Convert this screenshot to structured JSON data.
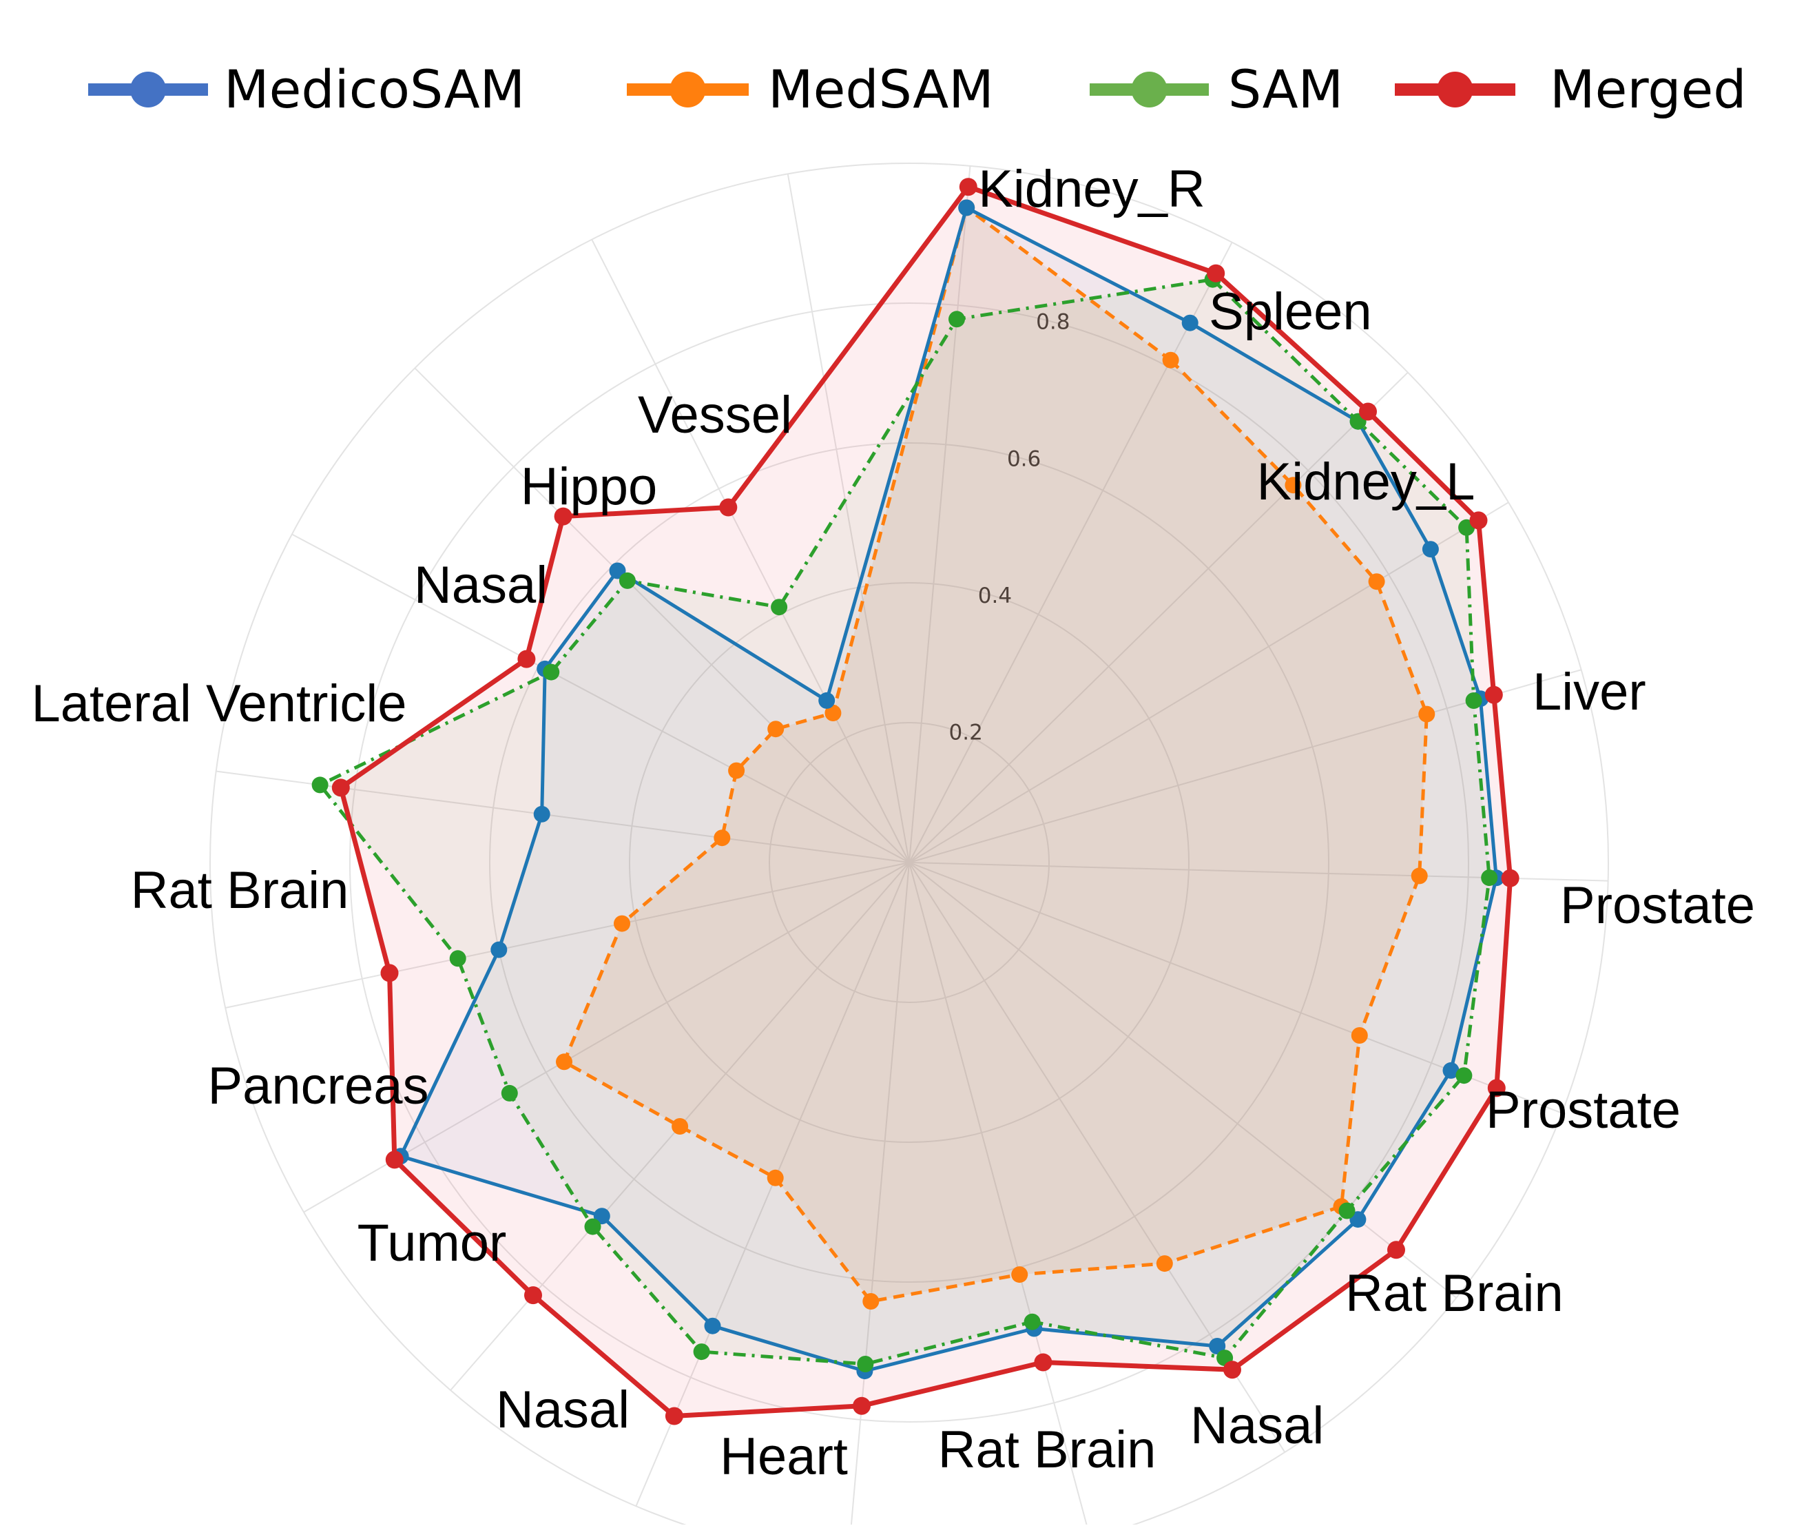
{
  "chart_data": {
    "type": "radar",
    "title": "",
    "categories": [
      "Kidney_R",
      "Spleen",
      "Kidney_L",
      "Liver",
      "Prostate",
      "Prostate",
      "Rat Brain",
      "Nasal",
      "Rat Brain",
      "Heart",
      "Nasal",
      "Tumor",
      "Pancreas",
      "Rat Brain",
      "Lateral Ventricle",
      "Nasal",
      "Hippo",
      "Vessel"
    ],
    "radial_ticks": [
      "0.2",
      "0.4",
      "0.6",
      "0.8"
    ],
    "radial_tick_values": [
      0.2,
      0.4,
      0.6,
      0.8
    ],
    "rlim": [
      0.0,
      1.0
    ],
    "grid": true,
    "legend_position": "top",
    "series": [
      {
        "name": "MedicoSAM",
        "color": "#1f77b4",
        "legend_color": "#4472c4",
        "line_style": "solid",
        "values": [
          0.87,
          0.9,
          0.87,
          0.85,
          0.84,
          0.83,
          0.82,
          0.82,
          0.69,
          0.73,
          0.72,
          0.67,
          0.84,
          0.6,
          0.53,
          0.59,
          0.59,
          0.26,
          0.94
        ]
      },
      {
        "name": "MedSAM",
        "color": "#ff7f0e",
        "legend_color": "#ff7f0e",
        "line_style": "dashed",
        "values": [
          0.81,
          0.77,
          0.78,
          0.77,
          0.73,
          0.69,
          0.79,
          0.68,
          0.61,
          0.63,
          0.49,
          0.5,
          0.57,
          0.42,
          0.27,
          0.28,
          0.27,
          0.24,
          0.94
        ]
      },
      {
        "name": "SAM",
        "color": "#2ca02c",
        "legend_color": "#6ab04c",
        "line_style": "dashdot",
        "values": [
          0.94,
          0.9,
          0.93,
          0.84,
          0.83,
          0.85,
          0.8,
          0.84,
          0.68,
          0.72,
          0.76,
          0.69,
          0.66,
          0.66,
          0.85,
          0.58,
          0.57,
          0.41,
          0.78
        ]
      },
      {
        "name": "Merged",
        "color": "#d62728",
        "legend_color": "#d62728",
        "line_style": "solid",
        "values": [
          0.95,
          0.92,
          0.95,
          0.87,
          0.86,
          0.9,
          0.89,
          0.86,
          0.74,
          0.78,
          0.86,
          0.82,
          0.85,
          0.76,
          0.82,
          0.62,
          0.7,
          0.57,
          0.97
        ]
      }
    ]
  }
}
